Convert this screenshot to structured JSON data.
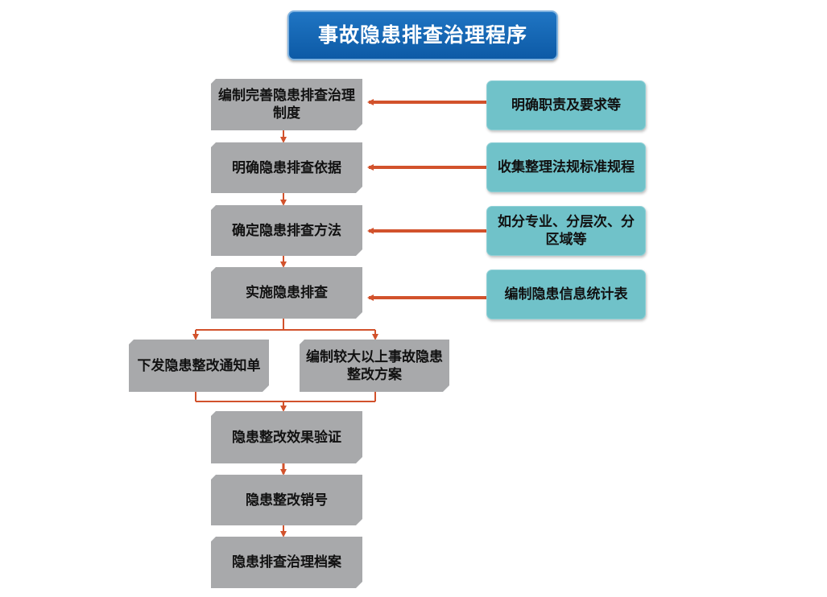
{
  "title": "事故隐患排查治理程序",
  "steps": [
    "编制完善隐患排查治理制度",
    "明确隐患排查依据",
    "确定隐患排查方法",
    "实施隐患排查"
  ],
  "branch": {
    "left": "下发隐患整改通知单",
    "right": "编制较大以上事故隐患整改方案"
  },
  "lower_steps": [
    "隐患整改效果验证",
    "隐患整改销号",
    "隐患排查治理档案"
  ],
  "side_notes": [
    "明确职责及要求等",
    "收集整理法规标准规程",
    "如分专业、分层次、分区域等",
    "编制隐患信息统计表"
  ],
  "colors": {
    "title_bg": "#1565b8",
    "step_bg": "#a8a9ab",
    "side_bg": "#70c2c9",
    "arrow": "#d2522c"
  }
}
